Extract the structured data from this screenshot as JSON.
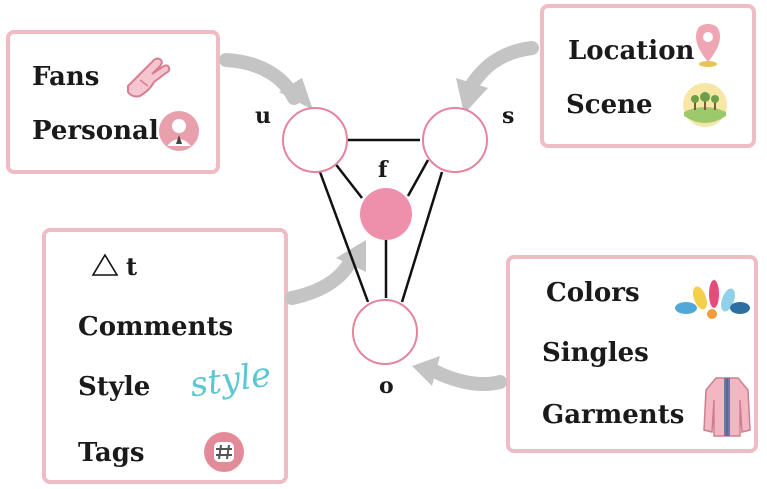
{
  "graph": {
    "nodes": {
      "u": "u",
      "s": "s",
      "f": "f",
      "o": "o"
    },
    "node_fill_center": "#ee8fab",
    "node_stroke": "#e4849d",
    "edge_color": "#111111",
    "arrow_color": "#c4c4c4"
  },
  "panels": {
    "user": {
      "fans": "Fans",
      "personal": "Personal"
    },
    "scene": {
      "location": "Location",
      "scene": "Scene"
    },
    "text": {
      "triangle_t": "t",
      "comments": "Comments",
      "style": "Style",
      "tags": "Tags",
      "style_script": "style"
    },
    "outfit": {
      "colors": "Colors",
      "singles": "Singles",
      "garments": "Garments"
    }
  },
  "icons": {
    "fans": "hand-gesture-icon",
    "personal": "person-avatar-icon",
    "location": "map-pin-icon",
    "scene": "landscape-icon",
    "triangle": "triangle-outline-icon",
    "style": "style-script-icon",
    "tags": "hashtag-icon",
    "colors": "paint-splash-icon",
    "garments": "jacket-icon"
  },
  "colors": {
    "panel_border": "#f0bcc3",
    "accent_pink": "#ee8fab"
  }
}
